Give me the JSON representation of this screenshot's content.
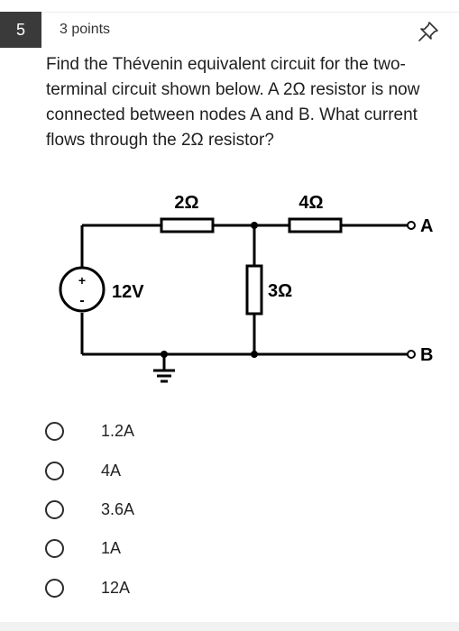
{
  "question": {
    "number": "5",
    "points": "3 points",
    "text": "Find the Thévenin equivalent circuit for the two-terminal circuit shown below. A 2Ω resistor is now connected between nodes A and B. What current flows through the 2Ω resistor?"
  },
  "circuit": {
    "r1_label": "2Ω",
    "r2_label": "4Ω",
    "r3_label": "3Ω",
    "source_label": "12V",
    "source_plus": "+",
    "source_minus": "-",
    "terminal_a": "A",
    "terminal_b": "B"
  },
  "options": [
    {
      "label": "1.2A"
    },
    {
      "label": "4A"
    },
    {
      "label": "3.6A"
    },
    {
      "label": "1A"
    },
    {
      "label": "12A"
    }
  ],
  "icons": {
    "pin": "pin-icon"
  }
}
